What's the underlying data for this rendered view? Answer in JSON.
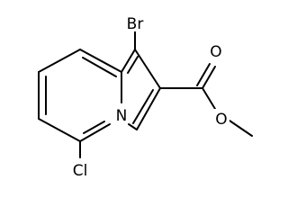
{
  "diagram": {
    "type": "chemical-structure",
    "atoms": {
      "bromine": "Br",
      "nitrogen": "N",
      "chlorine": "Cl",
      "carbonyl_oxygen": "O",
      "ester_oxygen": "O"
    },
    "colors": {
      "ink": "#000000",
      "background": "#ffffff"
    }
  }
}
